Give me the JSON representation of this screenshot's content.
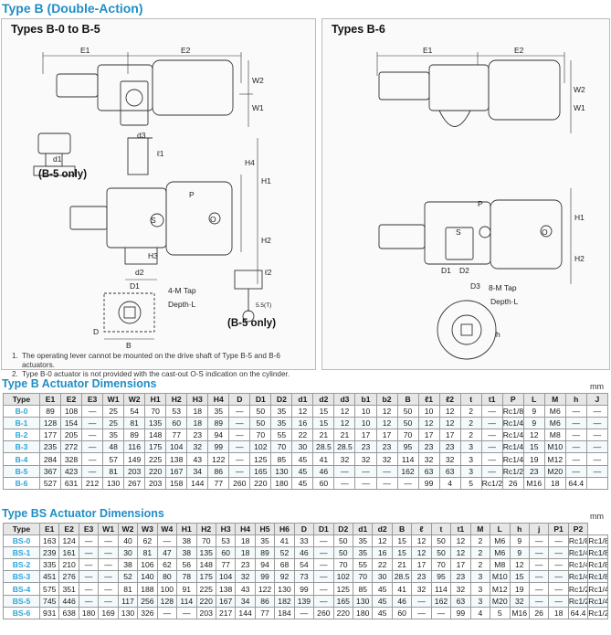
{
  "page_title": "Type B (Double-Action)",
  "drawings": {
    "left_heading": "Types B-0 to B-5",
    "right_heading": "Types B-6",
    "b5_only_1": "(B-5 only)",
    "b5_only_2": "(B-5 only)",
    "labels_left": {
      "e1": "E1",
      "e2": "E2",
      "w1": "W1",
      "w2": "W2",
      "h1": "H1",
      "h2": "H2",
      "h3": "H3",
      "h4": "H4",
      "d": "D",
      "d1": "D1",
      "d1s": "d1",
      "d2": "d2",
      "d3": "d3",
      "l1": "ℓ1",
      "l2": "ℓ2",
      "b": "B",
      "p": "P",
      "s": "S",
      "o": "O",
      "tap": "4-M Tap",
      "depth": "Depth·L",
      "dim_5_5": "5.5(T)"
    },
    "labels_right": {
      "e1": "E1",
      "e2": "E2",
      "w1": "W1",
      "w2": "W2",
      "h1": "H1",
      "h2": "H2",
      "d1": "D1",
      "d2": "D2",
      "d3": "D3",
      "p": "P",
      "s": "S",
      "o": "O",
      "h": "h",
      "tap": "8-M Tap",
      "depth": "Depth·L"
    }
  },
  "notes": [
    {
      "num": "1.",
      "text": "The operating lever cannot be mounted on the drive shaft of Type B-5 and B-6 actuators."
    },
    {
      "num": "2.",
      "text": "Type B-0 actuator is not provided with the cast-out O-S indication on the cylinder."
    }
  ],
  "table_b": {
    "title": "Type B Actuator Dimensions",
    "unit": "mm",
    "headers": [
      "Type",
      "E1",
      "E2",
      "E3",
      "W1",
      "W2",
      "H1",
      "H2",
      "H3",
      "H4",
      "D",
      "D1",
      "D2",
      "d1",
      "d2",
      "d3",
      "b1",
      "b2",
      "B",
      "ℓ1",
      "ℓ2",
      "t",
      "t1",
      "P",
      "L",
      "M",
      "h",
      "J"
    ],
    "rows": [
      [
        "B-0",
        "89",
        "108",
        "—",
        "25",
        "54",
        "70",
        "53",
        "18",
        "35",
        "—",
        "50",
        "35",
        "12",
        "15",
        "12",
        "10",
        "12",
        "50",
        "10",
        "12",
        "2",
        "—",
        "Rc1/8",
        "9",
        "M6",
        "—",
        "—"
      ],
      [
        "B-1",
        "128",
        "154",
        "—",
        "25",
        "81",
        "135",
        "60",
        "18",
        "89",
        "—",
        "50",
        "35",
        "16",
        "15",
        "12",
        "10",
        "12",
        "50",
        "12",
        "12",
        "2",
        "—",
        "Rc1/4",
        "9",
        "M6",
        "—",
        "—"
      ],
      [
        "B-2",
        "177",
        "205",
        "—",
        "35",
        "89",
        "148",
        "77",
        "23",
        "94",
        "—",
        "70",
        "55",
        "22",
        "21",
        "21",
        "17",
        "17",
        "70",
        "17",
        "17",
        "2",
        "—",
        "Rc1/4",
        "12",
        "M8",
        "—",
        "—"
      ],
      [
        "B-3",
        "235",
        "272",
        "—",
        "48",
        "116",
        "175",
        "104",
        "32",
        "99",
        "—",
        "102",
        "70",
        "30",
        "28.5",
        "28.5",
        "23",
        "23",
        "95",
        "23",
        "23",
        "3",
        "—",
        "Rc1/4",
        "15",
        "M10",
        "—",
        "—"
      ],
      [
        "B-4",
        "284",
        "328",
        "—",
        "57",
        "149",
        "225",
        "138",
        "43",
        "122",
        "—",
        "125",
        "85",
        "45",
        "41",
        "32",
        "32",
        "32",
        "114",
        "32",
        "32",
        "3",
        "—",
        "Rc1/4",
        "19",
        "M12",
        "—",
        "—"
      ],
      [
        "B-5",
        "367",
        "423",
        "—",
        "81",
        "203",
        "220",
        "167",
        "34",
        "86",
        "—",
        "165",
        "130",
        "45",
        "46",
        "—",
        "—",
        "—",
        "162",
        "63",
        "63",
        "3",
        "—",
        "Rc1/2",
        "23",
        "M20",
        "—",
        "—"
      ],
      [
        "B-6",
        "527",
        "631",
        "212",
        "130",
        "267",
        "203",
        "158",
        "144",
        "77",
        "260",
        "220",
        "180",
        "45",
        "60",
        "—",
        "—",
        "—",
        "—",
        "99",
        "4",
        "5",
        "Rc1/2",
        "26",
        "M16",
        "18",
        "64.4",
        ""
      ]
    ]
  },
  "table_bs": {
    "title": "Type BS Actuator Dimensions",
    "unit": "mm",
    "headers": [
      "Type",
      "E1",
      "E2",
      "E3",
      "W1",
      "W2",
      "W3",
      "W4",
      "H1",
      "H2",
      "H3",
      "H4",
      "H5",
      "H6",
      "D",
      "D1",
      "D2",
      "d1",
      "d2",
      "B",
      "ℓ",
      "t",
      "t1",
      "M",
      "L",
      "h",
      "j",
      "P1",
      "P2"
    ],
    "rows": [
      [
        "BS-0",
        "163",
        "124",
        "—",
        "—",
        "40",
        "62",
        "—",
        "38",
        "70",
        "53",
        "18",
        "35",
        "41",
        "33",
        "—",
        "50",
        "35",
        "12",
        "15",
        "12",
        "50",
        "12",
        "2",
        "M6",
        "9",
        "—",
        "—",
        "Rc1/8",
        "Rc1/8"
      ],
      [
        "BS-1",
        "239",
        "161",
        "—",
        "—",
        "30",
        "81",
        "47",
        "38",
        "135",
        "60",
        "18",
        "89",
        "52",
        "46",
        "—",
        "50",
        "35",
        "16",
        "15",
        "12",
        "50",
        "12",
        "2",
        "M6",
        "9",
        "—",
        "—",
        "Rc1/4",
        "Rc1/8"
      ],
      [
        "BS-2",
        "335",
        "210",
        "—",
        "—",
        "38",
        "106",
        "62",
        "56",
        "148",
        "77",
        "23",
        "94",
        "68",
        "54",
        "—",
        "70",
        "55",
        "22",
        "21",
        "17",
        "70",
        "17",
        "2",
        "M8",
        "12",
        "—",
        "—",
        "Rc1/4",
        "Rc1/8"
      ],
      [
        "BS-3",
        "451",
        "276",
        "—",
        "—",
        "52",
        "140",
        "80",
        "78",
        "175",
        "104",
        "32",
        "99",
        "92",
        "73",
        "—",
        "102",
        "70",
        "30",
        "28.5",
        "23",
        "95",
        "23",
        "3",
        "M10",
        "15",
        "—",
        "—",
        "Rc1/4",
        "Rc1/8"
      ],
      [
        "BS-4",
        "575",
        "351",
        "—",
        "—",
        "81",
        "188",
        "100",
        "91",
        "225",
        "138",
        "43",
        "122",
        "130",
        "99",
        "—",
        "125",
        "85",
        "45",
        "41",
        "32",
        "114",
        "32",
        "3",
        "M12",
        "19",
        "—",
        "—",
        "Rc1/2",
        "Rc1/4"
      ],
      [
        "BS-5",
        "745",
        "446",
        "—",
        "—",
        "117",
        "256",
        "128",
        "114",
        "220",
        "167",
        "34",
        "86",
        "182",
        "139",
        "—",
        "165",
        "130",
        "45",
        "46",
        "—",
        "162",
        "63",
        "3",
        "M20",
        "32",
        "—",
        "—",
        "Rc1/2",
        "Rc1/4"
      ],
      [
        "BS-6",
        "931",
        "638",
        "180",
        "169",
        "130",
        "326",
        "—",
        "—",
        "203",
        "217",
        "144",
        "77",
        "184",
        "—",
        "260",
        "220",
        "180",
        "45",
        "60",
        "—",
        "—",
        "99",
        "4",
        "5",
        "M16",
        "26",
        "18",
        "64.4",
        "Rc1/2"
      ]
    ]
  }
}
